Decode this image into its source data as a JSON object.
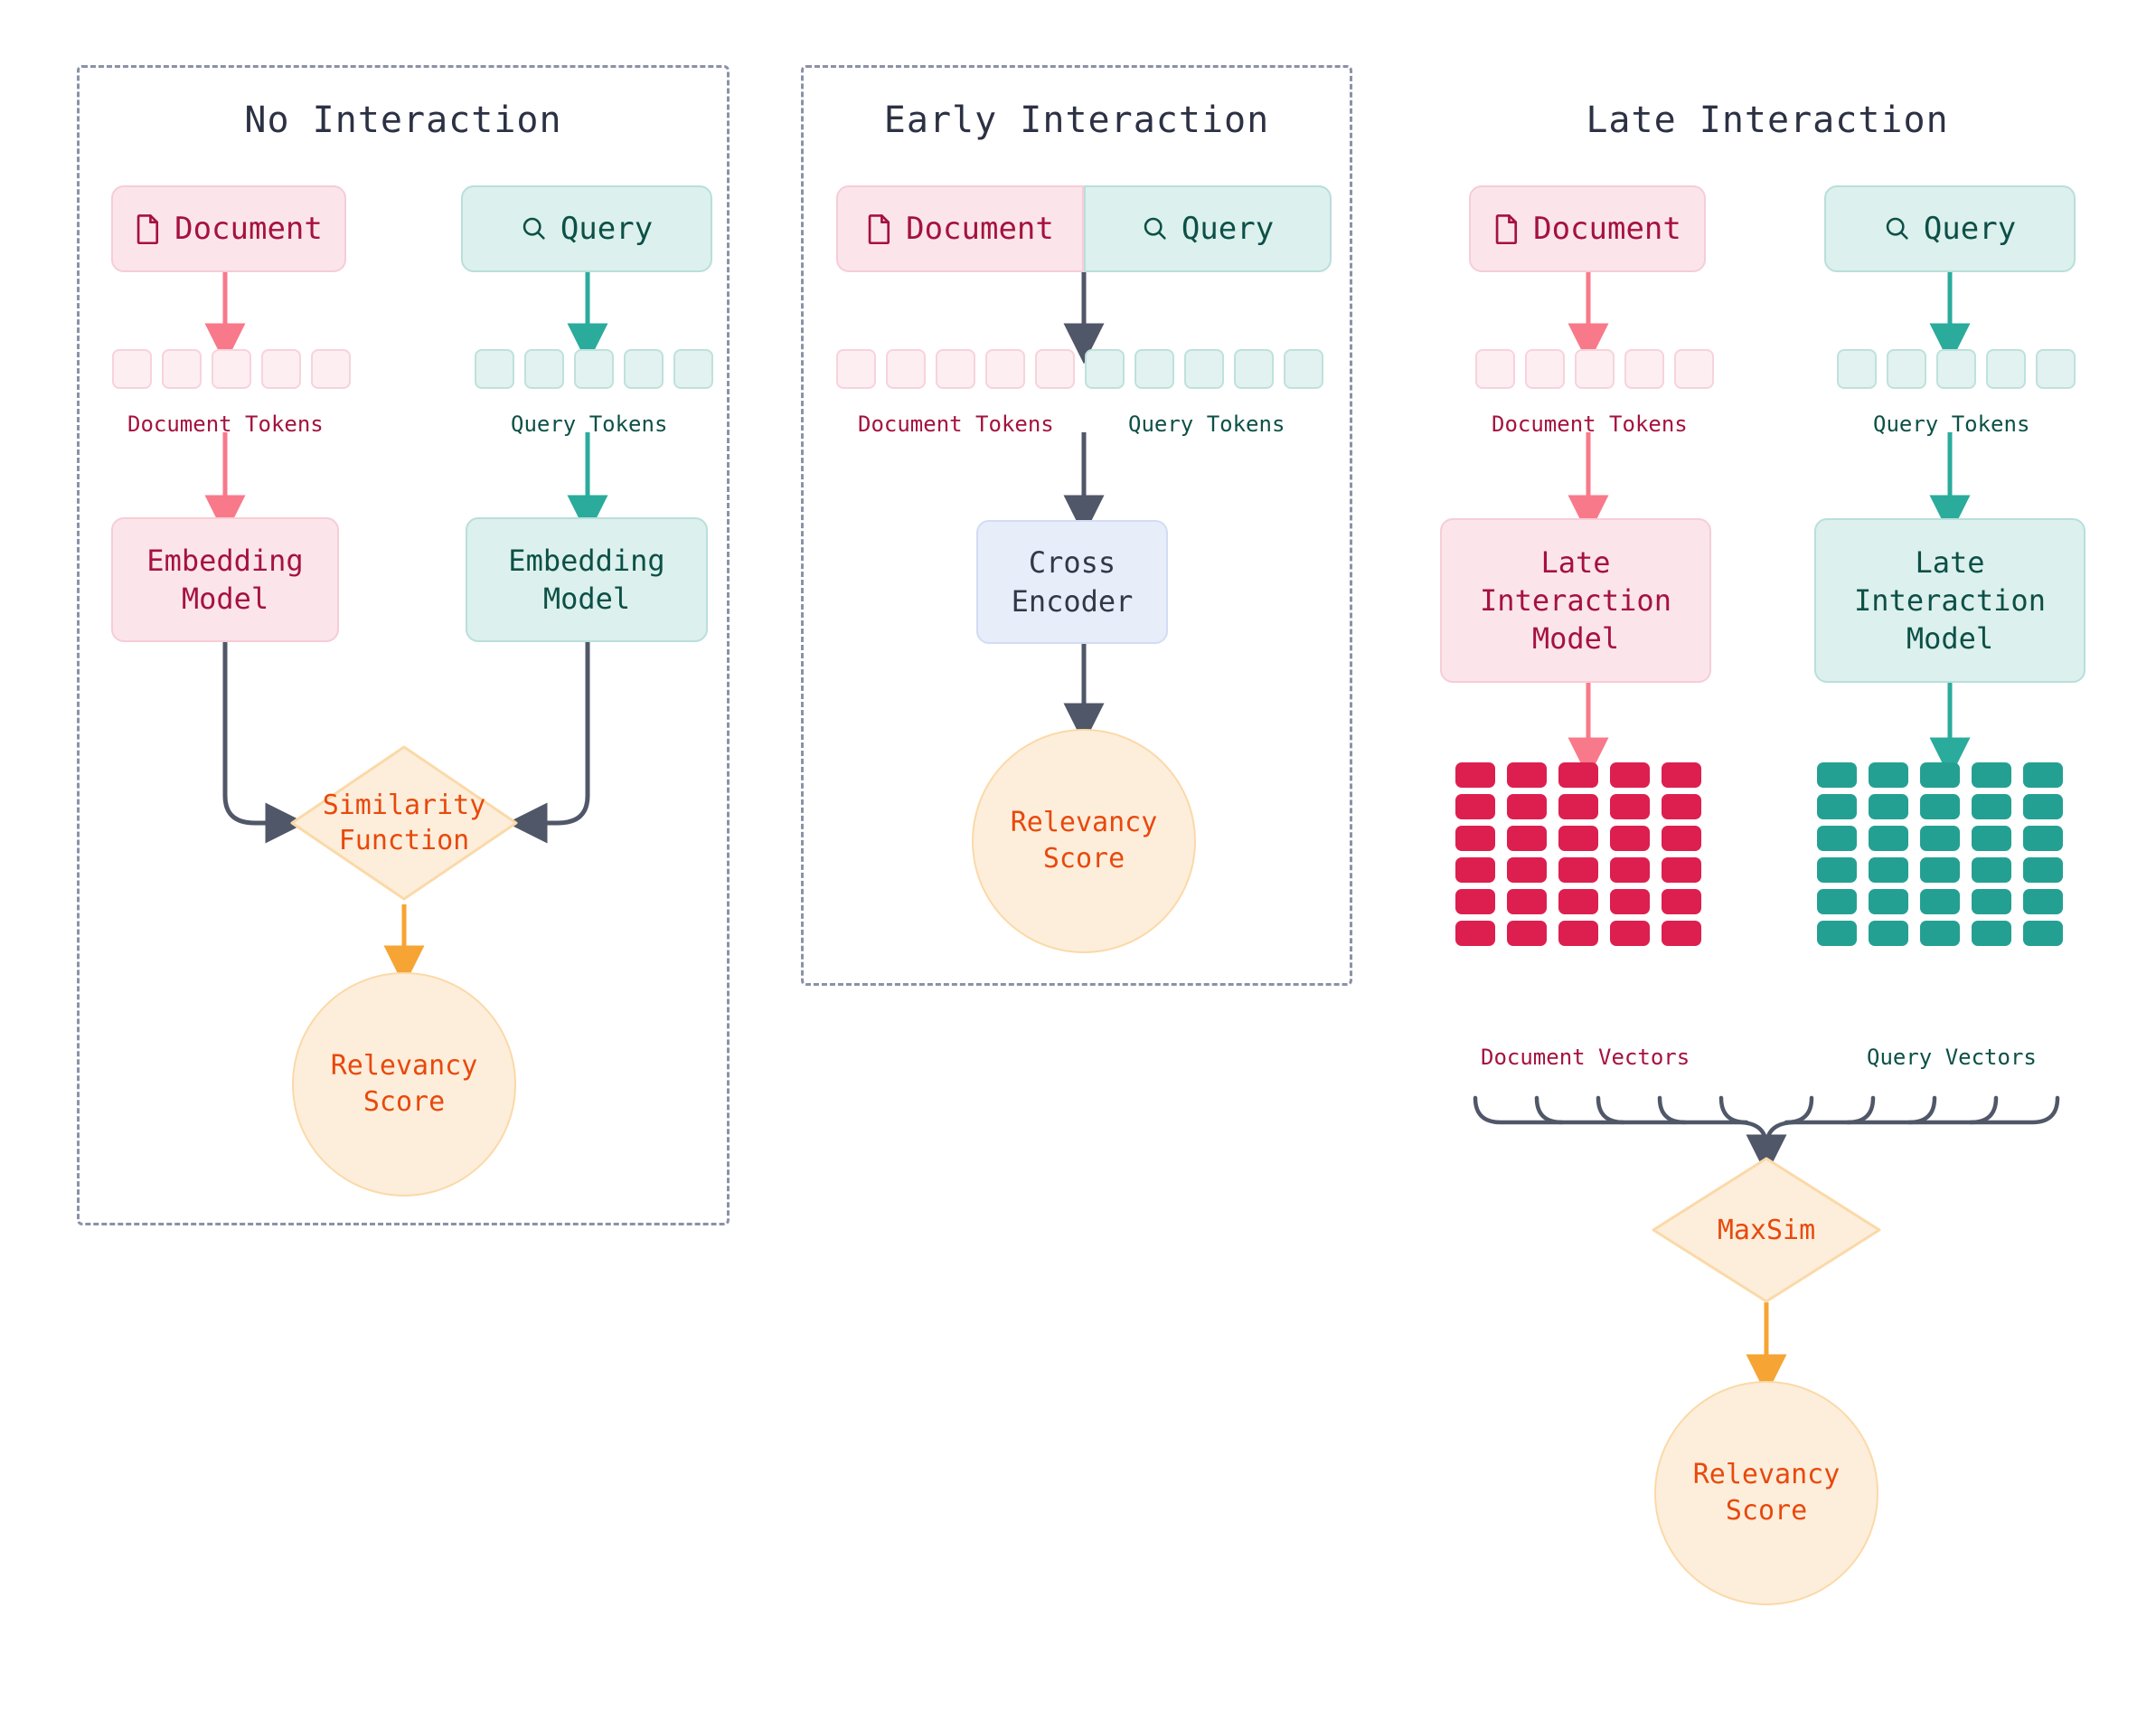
{
  "panels": [
    {
      "id": "no-interaction",
      "title": "No Interaction",
      "doc_label": "Document",
      "query_label": "Query",
      "doc_icon": "document-icon",
      "query_icon": "search-icon",
      "doc_tokens_caption": "Document Tokens",
      "query_tokens_caption": "Query Tokens",
      "doc_token_count": 5,
      "query_token_count": 5,
      "doc_model": "Embedding\nModel",
      "query_model": "Embedding\nModel",
      "decision": "Similarity\nFunction",
      "output": "Relevancy\nScore"
    },
    {
      "id": "early-interaction",
      "title": "Early Interaction",
      "doc_label": "Document",
      "query_label": "Query",
      "doc_icon": "document-icon",
      "query_icon": "search-icon",
      "doc_tokens_caption": "Document Tokens",
      "query_tokens_caption": "Query Tokens",
      "doc_token_count": 5,
      "query_token_count": 5,
      "encoder": "Cross\nEncoder",
      "output": "Relevancy\nScore"
    },
    {
      "id": "late-interaction",
      "title": "Late Interaction",
      "doc_label": "Document",
      "query_label": "Query",
      "doc_icon": "document-icon",
      "query_icon": "search-icon",
      "doc_tokens_caption": "Document Tokens",
      "query_tokens_caption": "Query Tokens",
      "doc_token_count": 5,
      "query_token_count": 5,
      "doc_model": "Late\nInteraction\nModel",
      "query_model": "Late\nInteraction\nModel",
      "doc_vectors_caption": "Document Vectors",
      "query_vectors_caption": "Query Vectors",
      "matrix_cols": 5,
      "matrix_rows": 6,
      "decision": "MaxSim",
      "output": "Relevancy\nScore"
    }
  ],
  "colors": {
    "document_fill": "#fbe5ea",
    "document_stroke": "#f6cdd6",
    "document_text": "#a5123f",
    "query_fill": "#dcf0ee",
    "query_stroke": "#b9dfda",
    "query_text": "#0c5046",
    "cross_fill": "#e8edfa",
    "cross_stroke": "#d2dcf4",
    "cross_text": "#323848",
    "accent_orange": "#e8490d",
    "accent_fill": "#fdeedb",
    "accent_stroke": "#fbd9a8",
    "doc_arrow": "#f8798a",
    "query_arrow": "#2bab9c",
    "neutral_arrow": "#505768",
    "panel_border": "#8b91a8",
    "doc_vector": "#dd1f50",
    "query_vector": "#24a093"
  }
}
